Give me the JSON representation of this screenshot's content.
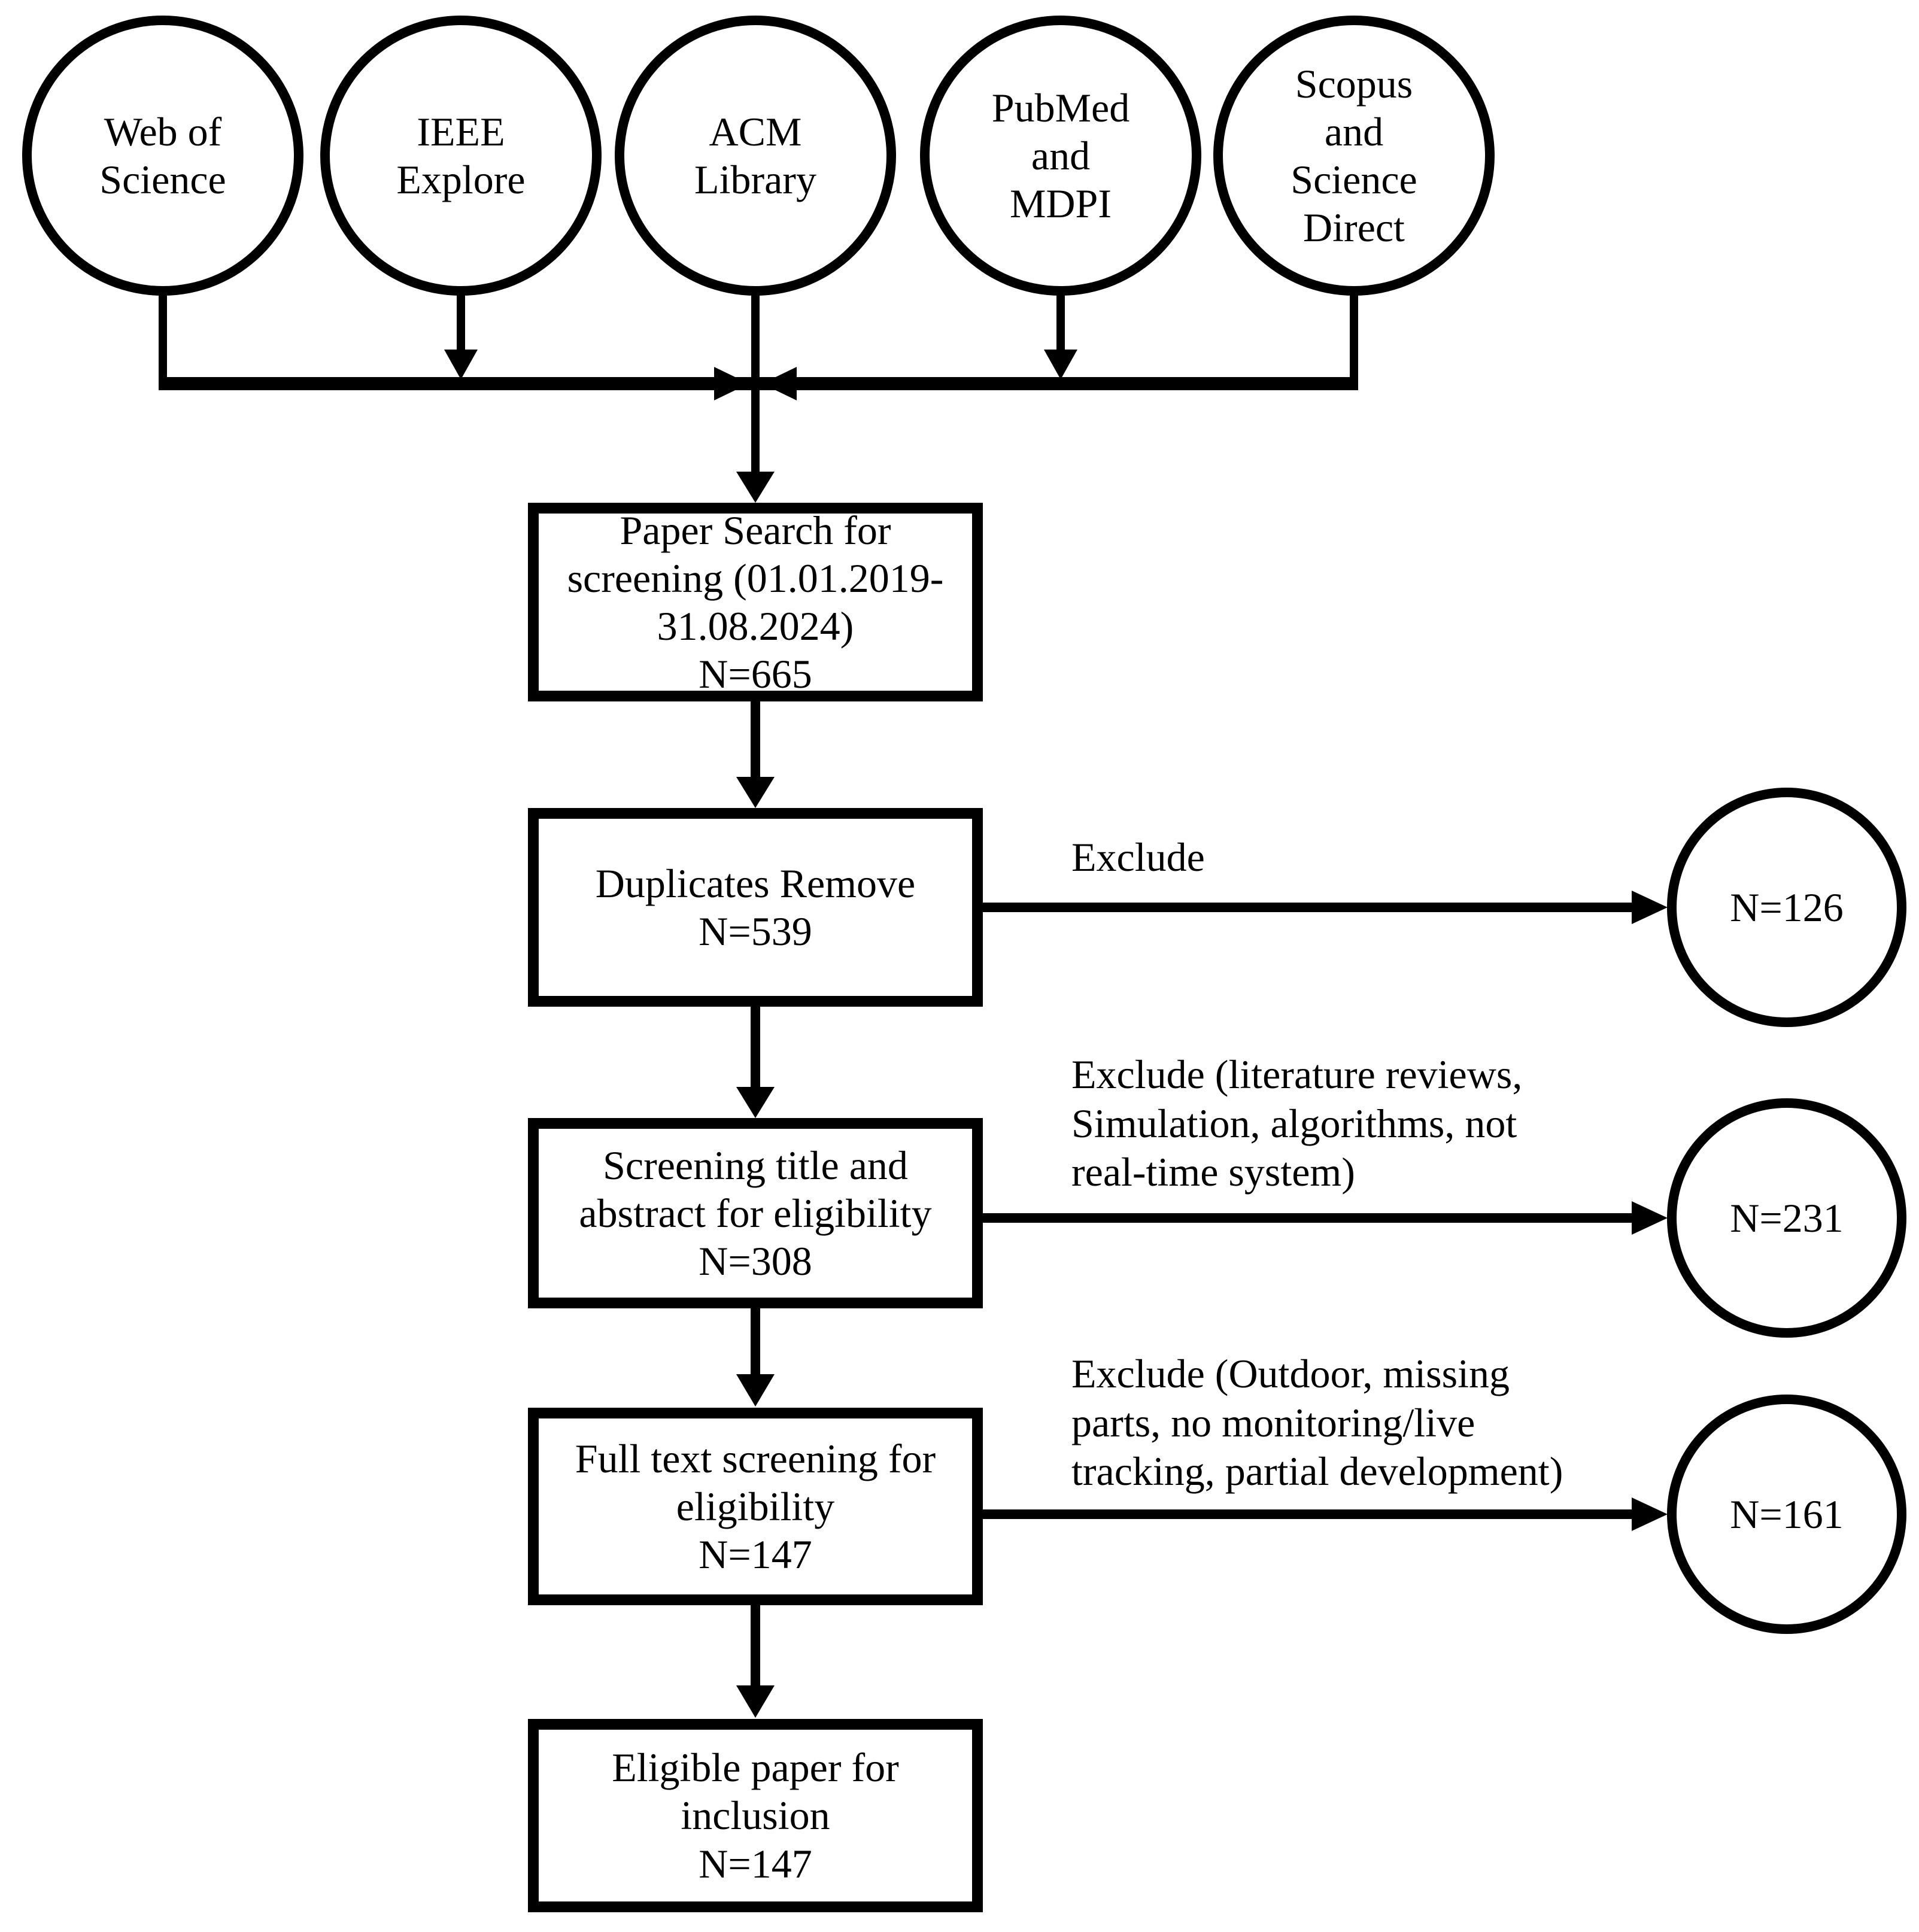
{
  "colors": {
    "ink": "#000000",
    "background": "#ffffff"
  },
  "sources": [
    {
      "label": "Web of\nScience"
    },
    {
      "label": "IEEE\nExplore"
    },
    {
      "label": "ACM\nLibrary"
    },
    {
      "label": "PubMed\nand\nMDPI"
    },
    {
      "label": "Scopus\nand\nScience\nDirect"
    }
  ],
  "stages": [
    {
      "label": "Paper Search for\nscreening (01.01.2019-\n31.08.2024)\nN=665"
    },
    {
      "label": "Duplicates Remove\nN=539"
    },
    {
      "label": "Screening title and\nabstract for eligibility\nN=308"
    },
    {
      "label": "Full text screening for\neligibility\nN=147"
    },
    {
      "label": "Eligible paper for\ninclusion\nN=147"
    }
  ],
  "exclusions": [
    {
      "label": "Exclude",
      "count": "N=126"
    },
    {
      "label": "Exclude (literature reviews,\nSimulation, algorithms, not\nreal-time system)",
      "count": "N=231"
    },
    {
      "label": "Exclude (Outdoor, missing\nparts, no monitoring/live\ntracking, partial development)",
      "count": "N=161"
    }
  ]
}
